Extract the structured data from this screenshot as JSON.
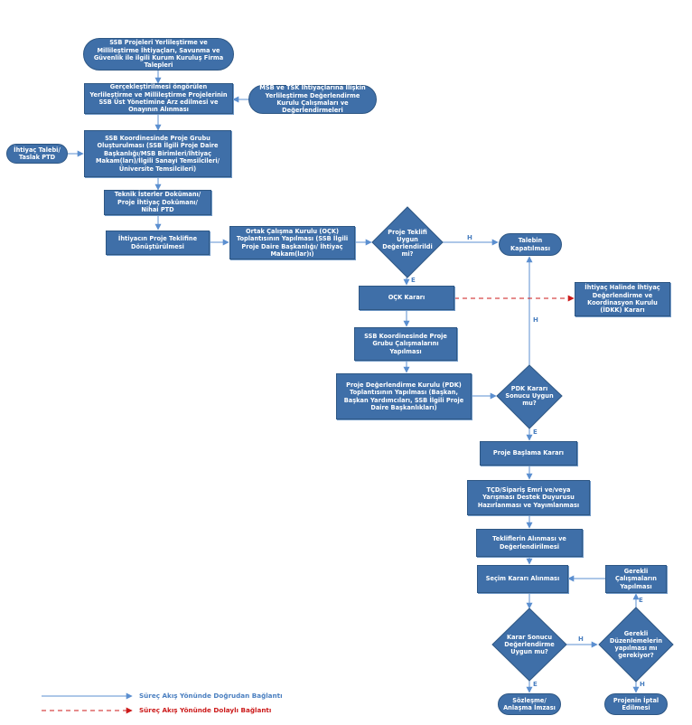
{
  "colors": {
    "node": "#3f6fa8",
    "border": "#2e5784",
    "direct_line": "#5b8fd0",
    "indirect_line": "#cc1a1a",
    "edge_label": "#4a7fc0"
  },
  "nodes": {
    "n1": "SSB Projeleri Yerlileştirme ve Millileştirme İhtiyaçları, Savunma ve Güvenlik ile ilgili Kurum Kuruluş Firma Talepleri",
    "n2": "Gerçekleştirilmesi öngörülen Yerlileştirme ve Millileştirme Projelerinin SSB Üst Yönetimine Arz edilmesi ve Onayının Alınması",
    "n3": "MSB ve TSK İhtiyaçlarına İlişkin Yerlileştirme Değerlendirme Kurulu Çalışmaları ve Değerlendirmeleri",
    "n4": "SSB Koordinesinde Proje Grubu Oluşturulması (SSB İlgili Proje Daire Başkanlığı/MSB Birimleri/İhtiyaç Makam(ları)/İlgili Sanayi Temsilcileri/ Üniversite Temsilcileri)",
    "n5": "İhtiyaç Talebi/ Taslak PTD",
    "n6": "Teknik İsterler Dokümanı/ Proje İhtiyaç Dokümanı/ Nihai PTD",
    "n7": "İhtiyacın Proje Teklifine Dönüştürülmesi",
    "n8": "Ortak Çalışma Kurulu (OÇK) Toplantısının Yapılması (SSB İlgili Proje Daire Başkanlığı/ İhtiyaç Makam(lar)ı)",
    "d1": "Proje Teklifi Uygun Değerlendirildi mi?",
    "n9": "Talebin Kapatılması",
    "n10": "OÇK Kararı",
    "n11": "İhtiyaç Halinde İhtiyaç Değerlendirme ve Koordinasyon Kurulu (İDKK) Kararı",
    "n12": "SSB Koordinesinde Proje Grubu Çalışmalarını Yapılması",
    "n13": "Proje Değerlendirme Kurulu (PDK) Toplantısının Yapılması (Başkan, Başkan Yardımcıları, SSB İlgili Proje Daire Başkanlıkları)",
    "d2": "PDK Kararı Sonucu Uygun mu?",
    "n14": "Proje Başlama Kararı",
    "n15": "TÇD/Sipariş Emri ve/veya Yarışması Destek Duyurusu Hazırlanması ve Yayımlanması",
    "n16": "Tekliflerin Alınması ve Değerlendirilmesi",
    "n17": "Seçim Kararı Alınması",
    "n18": "Gerekli Çalışmaların Yapılması",
    "d3": "Karar Sonucu Değerlendirme Uygun mu?",
    "d4": "Gerekli Düzenlemelerin yapılması mı gerekiyor?",
    "n19": "Sözleşme/ Anlaşma İmzası",
    "n20": "Projenin İptal Edilmesi"
  },
  "edge_labels": {
    "yes": "E",
    "no": "H"
  },
  "legend": {
    "direct": "Süreç Akış Yönünde Doğrudan Bağlantı",
    "indirect": "Süreç Akış Yönünde Dolaylı Bağlantı"
  }
}
